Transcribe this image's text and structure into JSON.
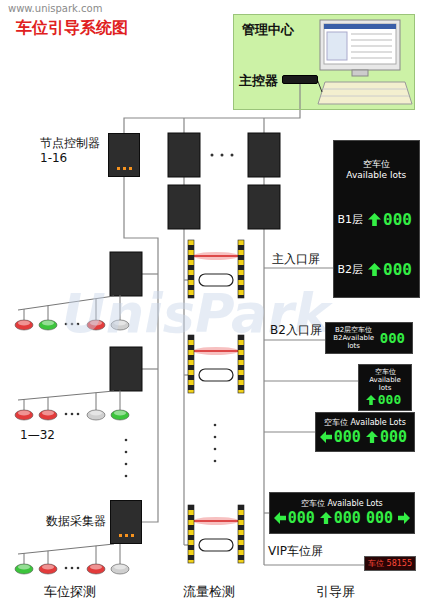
{
  "diagram": {
    "title": "车位引导系统图",
    "nodes": [
      {
        "text": [
          "管理中心"
        ]
      },
      {
        "text": [
          "主控器"
        ],
        "in": 0
      },
      {
        "text": [
          "节点控制器 1-16"
        ]
      },
      {
        "text": [
          "空车位 Available lots",
          "B1层",
          "000",
          "B2层",
          "000"
        ]
      },
      {
        "text": [
          "B2层空车位 B2Available lots",
          "000"
        ]
      },
      {
        "text": [
          "空车位 Available lots",
          "000"
        ]
      },
      {
        "text": [
          "空车位 Available Lots",
          "000",
          "000"
        ]
      },
      {
        "text": [
          "空车位 Available Lots",
          "000",
          "000",
          "000"
        ]
      },
      {
        "text": [
          "数据采集器"
        ]
      },
      {
        "text": [
          "车位 58155"
        ]
      }
    ],
    "edges": [
      {
        "from": 1,
        "to": 2,
        "arrow": "none"
      },
      {
        "from": 2,
        "to": 8,
        "arrow": "none"
      }
    ],
    "labels": [
      "www.unispark.com",
      "UnisPark",
      "主入口屏",
      "B2入口屏",
      "VIP车位屏",
      "1—32",
      "车位探测",
      "流量检测",
      "引导屏"
    ]
  }
}
